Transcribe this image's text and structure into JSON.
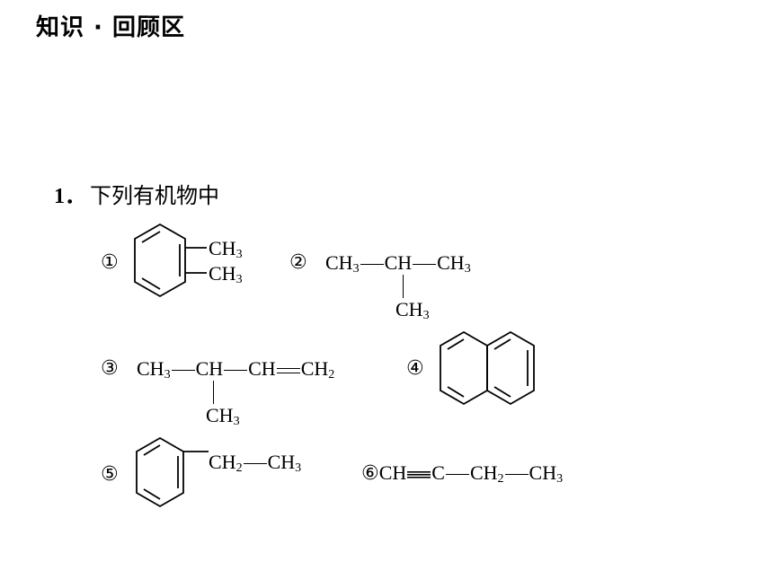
{
  "heading": "知识 · 回顾区",
  "question": {
    "number": "1．",
    "text": "下列有机物中"
  },
  "compounds": {
    "c1": {
      "mark": "①",
      "sub_top": "CH",
      "sub_top_n": "3",
      "sub_bot": "CH",
      "sub_bot_n": "3"
    },
    "c2": {
      "mark": "②",
      "g1": "CH",
      "g1n": "3",
      "g2": "CH",
      "g3": "CH",
      "g3n": "3",
      "branch": "CH",
      "branchn": "3"
    },
    "c3": {
      "mark": "③",
      "g1": "CH",
      "g1n": "3",
      "g2": "CH",
      "g3": "CH",
      "g4": "CH",
      "g4n": "2",
      "branch": "CH",
      "branchn": "3"
    },
    "c4": {
      "mark": "④"
    },
    "c5": {
      "mark": "⑤",
      "g1": "CH",
      "g1n": "2",
      "g2": "CH",
      "g2n": "3"
    },
    "c6": {
      "mark": "⑥",
      "g1": "CH",
      "g2": "C",
      "g3": "CH",
      "g3n": "2",
      "g4": "CH",
      "g4n": "3"
    }
  }
}
